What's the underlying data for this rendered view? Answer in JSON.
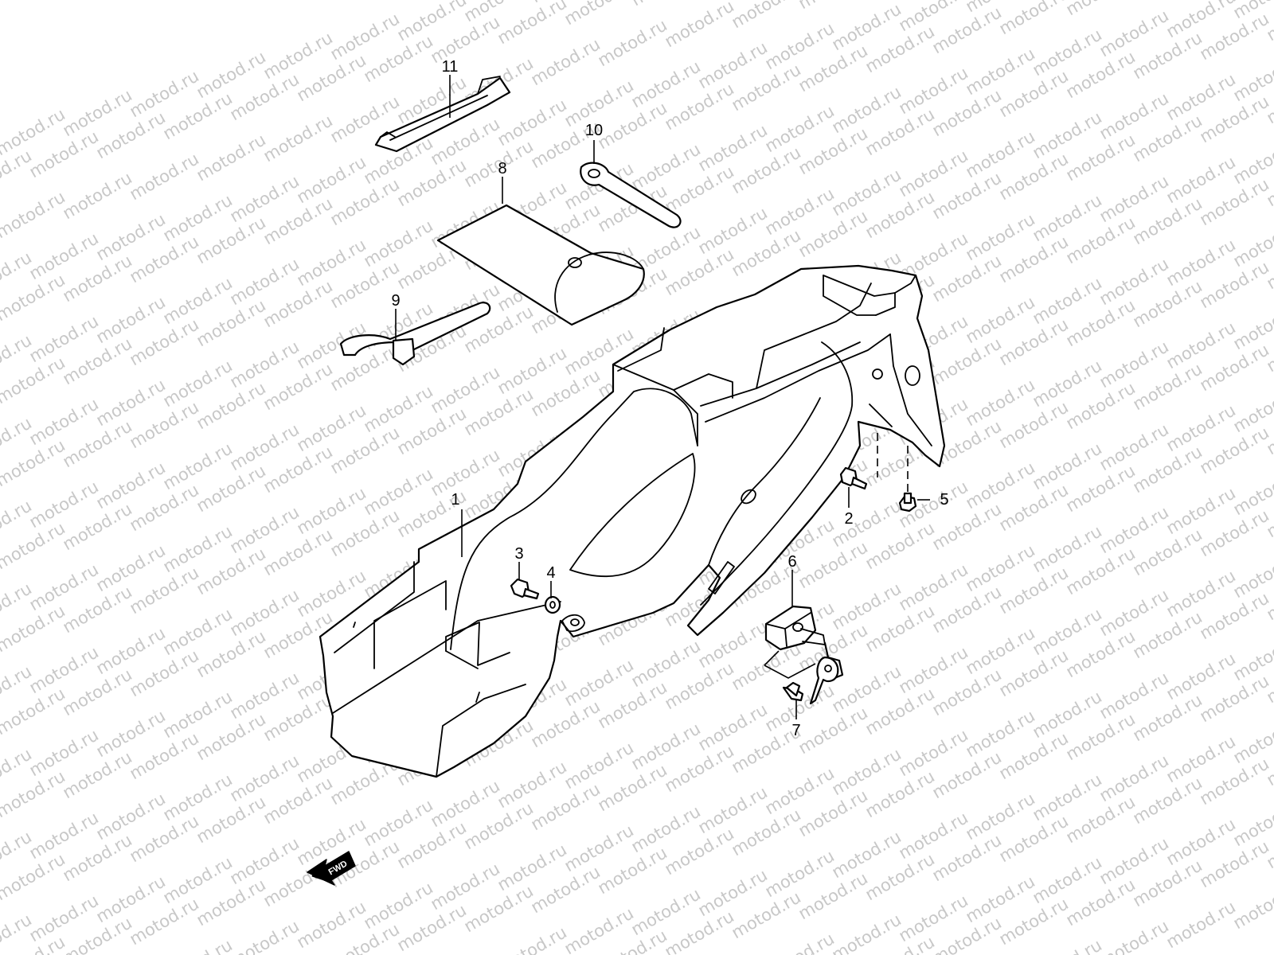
{
  "watermark": {
    "text": "motod.ru"
  },
  "callouts": {
    "c1": "1",
    "c2": "2",
    "c3": "3",
    "c4": "4",
    "c5": "5",
    "c6": "6",
    "c7": "7",
    "c8": "8",
    "c9": "9",
    "c10": "10",
    "c11": "11"
  },
  "direction": {
    "label": "FWD"
  },
  "colors": {
    "line": "#000000",
    "watermark": "#c8c8c8",
    "background": "#ffffff"
  }
}
